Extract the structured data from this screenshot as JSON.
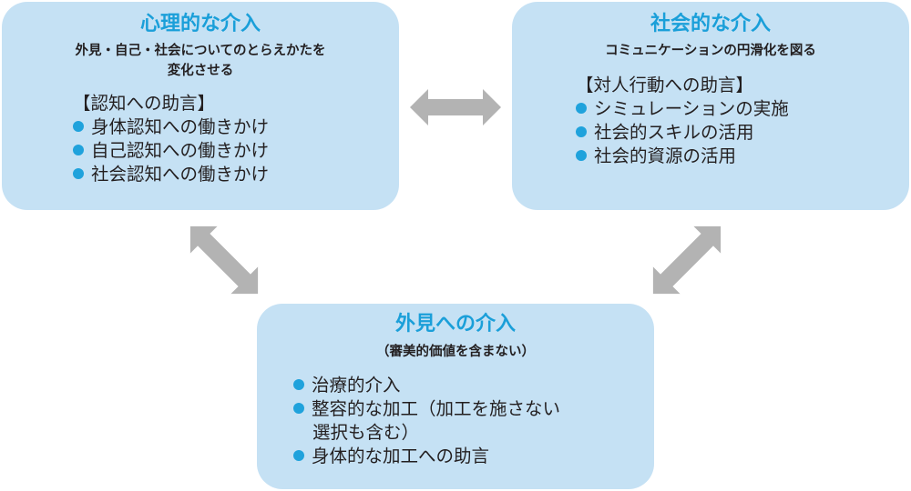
{
  "boxes": {
    "psych": {
      "title": "心理的な介入",
      "sub_line1": "外見・自己・社会についてのとらえかたを",
      "sub_line2": "変化させる",
      "heading": "【認知への助言】",
      "items": [
        "身体認知への働きかけ",
        "自己認知への働きかけ",
        "社会認知への働きかけ"
      ]
    },
    "social": {
      "title": "社会的な介入",
      "sub": "コミュニケーションの円滑化を図る",
      "heading": "【対人行動への助言】",
      "items": [
        "シミュレーションの実施",
        "社会的スキルの活用",
        "社会的資源の活用"
      ]
    },
    "appearance": {
      "title": "外見への介入",
      "sub": "（審美的価値を含まない）",
      "items": [
        {
          "line1": "治療的介入"
        },
        {
          "line1": "整容的な加工（加工を施さない",
          "line2": "選択も含む）"
        },
        {
          "line1": "身体的な加工への助言"
        }
      ]
    }
  },
  "colors": {
    "box_fill": "#c5e1f4",
    "title": "#1a9fd9",
    "bullet": "#1fa2dc",
    "arrow": "#b3b3b3",
    "text": "#231f20"
  },
  "icons": {
    "bullet": "bullet-dot-icon",
    "arrow": "double-headed-arrow-icon"
  }
}
